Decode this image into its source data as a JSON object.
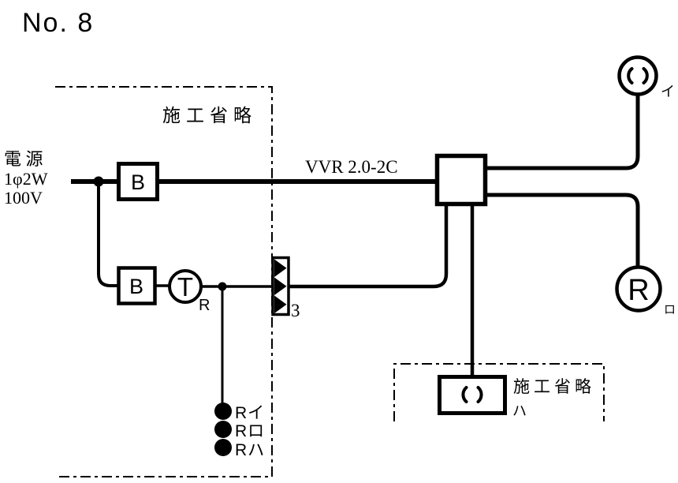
{
  "page": {
    "title": "No. 8",
    "background": "#ffffff",
    "line_color": "#000000"
  },
  "source": {
    "name_label": "電 源",
    "phase_label": "1φ2W",
    "voltage_label": "100V"
  },
  "cable_label": "VVR 2.0-2C",
  "omitted_left": {
    "label": "施工省略"
  },
  "omitted_bottom": {
    "label": "施工省略",
    "device_label": "ハ"
  },
  "breakers": {
    "b1": "B",
    "b2": "B"
  },
  "timer": {
    "letter": "T",
    "subscript": "R"
  },
  "connector": {
    "wire_count": "3"
  },
  "lamps": {
    "top": {
      "label": "イ"
    },
    "right": {
      "letter": "R",
      "label": "ロ"
    }
  },
  "terminals": [
    {
      "label": "Rイ"
    },
    {
      "label": "Rロ"
    },
    {
      "label": "Rハ"
    }
  ]
}
